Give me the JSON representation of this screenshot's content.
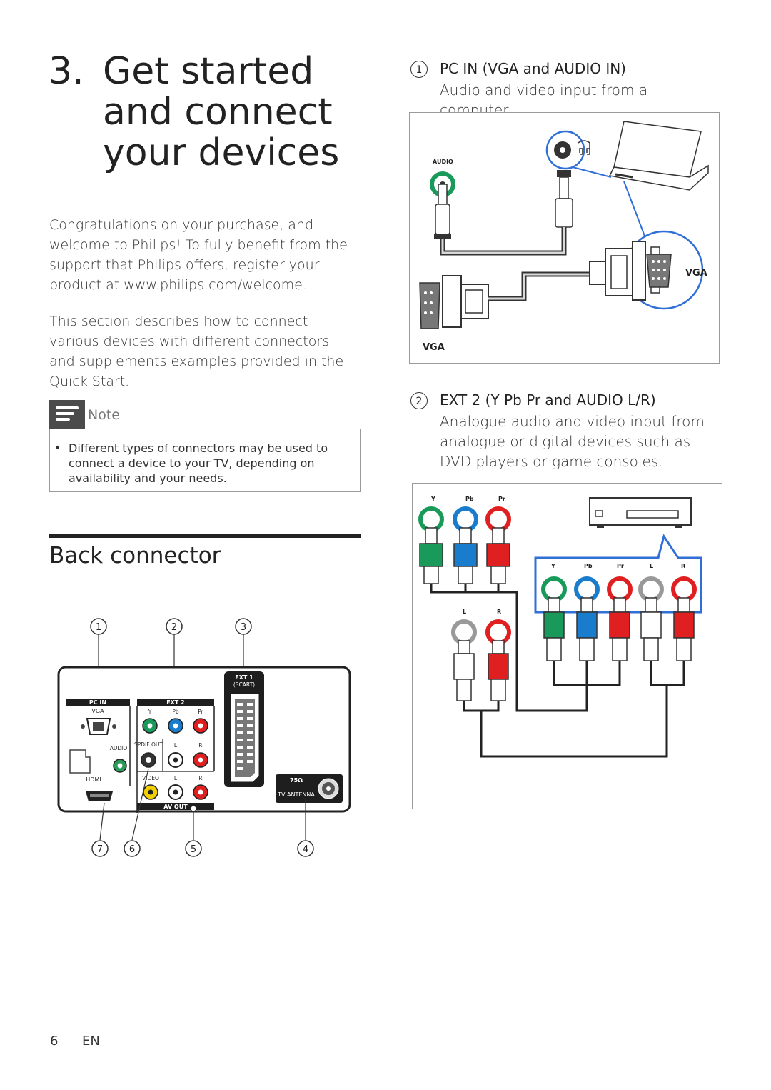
{
  "chapter": {
    "number": "3.",
    "title": "Get started and connect your devices"
  },
  "intro": {
    "paragraph1": "Congratulations on your purchase, and welcome to Philips! To fully benefit from the support that Philips offers, register your product at www.philips.com/welcome.",
    "paragraph2": "This section describes how to connect various devices with different connectors and supplements examples provided in the Quick Start."
  },
  "note": {
    "label": "Note",
    "bullet": "•",
    "text": "Different types of connectors may be used to connect a device to your TV, depending on availability and your needs."
  },
  "section": {
    "title": "Back connector"
  },
  "back_panel": {
    "callouts": [
      "1",
      "2",
      "3",
      "4",
      "5",
      "6",
      "7"
    ],
    "labels": {
      "pc_in": "PC IN",
      "vga": "VGA",
      "audio": "AUDIO",
      "ext2": "EXT 2",
      "y": "Y",
      "pb": "Pb",
      "pr": "Pr",
      "spdif_out": "SPDIF OUT",
      "l": "L",
      "r": "R",
      "hdmi": "HDMI",
      "video": "VIDEO",
      "av_out": "AV OUT",
      "ext1": "EXT 1",
      "scart": "(SCART)",
      "ohm": "75Ω",
      "tv_antenna": "TV ANTENNA"
    }
  },
  "items": [
    {
      "number": "1",
      "title": "PC IN (VGA and AUDIO IN)",
      "description": "Audio and video input from a computer."
    },
    {
      "number": "2",
      "title": "EXT 2 (Y Pb Pr and AUDIO L/R)",
      "description": "Analogue audio and video input from analogue or digital devices such as DVD players or game consoles."
    }
  ],
  "vga_figure": {
    "audio": "AUDIO",
    "vga": "VGA"
  },
  "ypbpr_figure": {
    "y": "Y",
    "pb": "Pb",
    "pr": "Pr",
    "l": "L",
    "r": "R"
  },
  "footer": {
    "page": "6",
    "lang": "EN"
  },
  "colors": {
    "green": "#1a9a5a",
    "blue": "#1a7ccc",
    "red": "#e02020",
    "callout_blue": "#2f6fd6",
    "panel_dark": "#1e1e1e"
  }
}
